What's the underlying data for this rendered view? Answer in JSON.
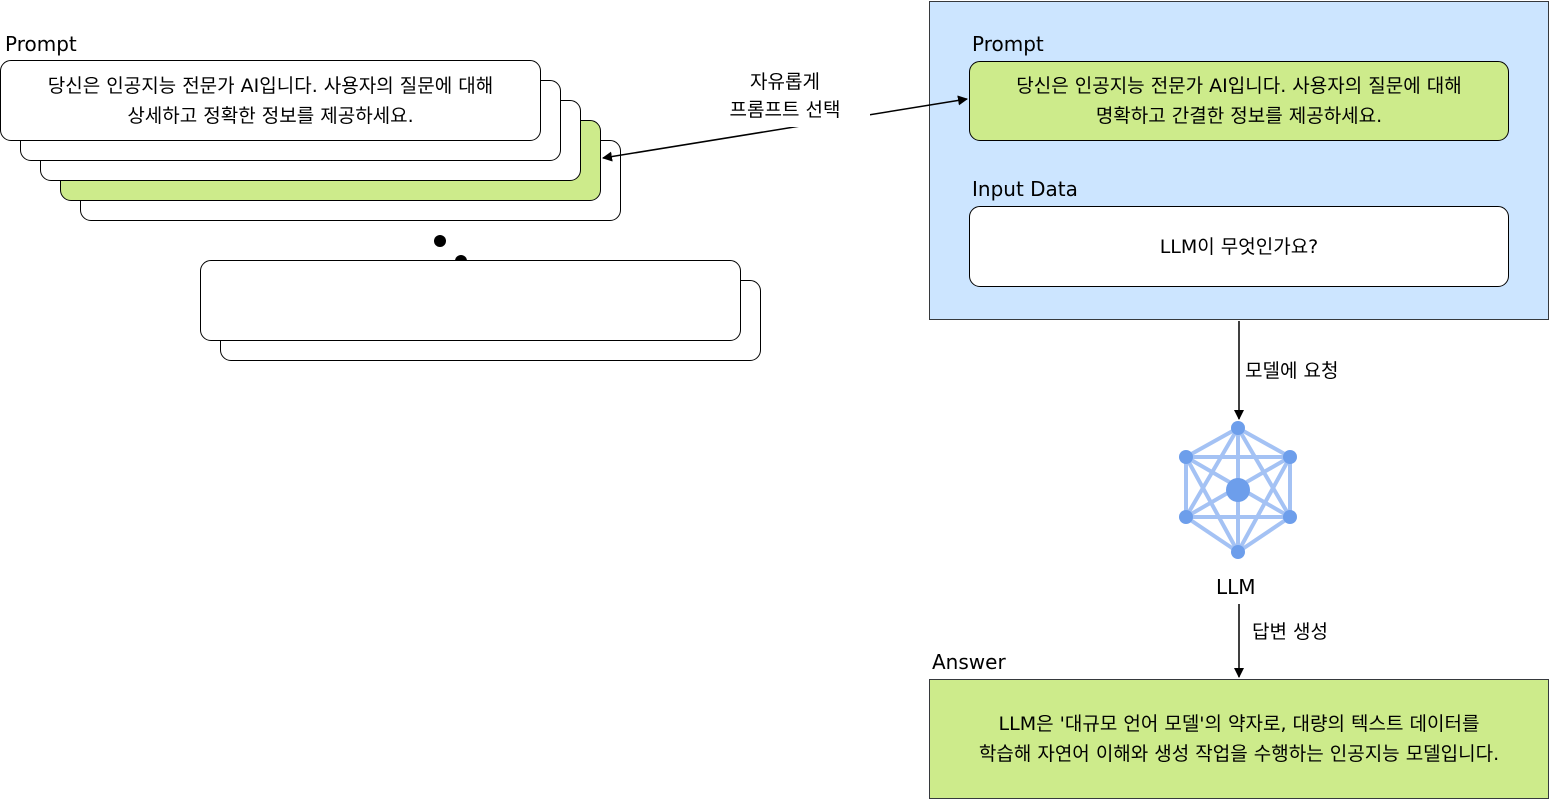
{
  "left": {
    "prompt_heading": "Prompt",
    "front_prompt_text": "당신은 인공지능 전문가 AI입니다. 사용자의 질문에 대해\n상세하고 정확한 정보를 제공하세요."
  },
  "selection_edge_label": "자유롭게\n프롬프트 선택",
  "request": {
    "prompt_heading": "Prompt",
    "prompt_text": "당신은 인공지능 전문가 AI입니다. 사용자의 질문에 대해\n명확하고 간결한 정보를 제공하세요.",
    "input_heading": "Input Data",
    "input_text": "LLM이 무엇인가요?"
  },
  "request_edge_label": "모델에 요청",
  "llm_label": "LLM",
  "generate_edge_label": "답변 생성",
  "answer": {
    "heading": "Answer",
    "text": "LLM은 '대규모 언어 모델'의 약자로, 대량의 텍스트 데이터를\n학습해 자연어 이해와 생성 작업을 수행하는 인공지능 모델입니다."
  },
  "colors": {
    "green_fill": "#cdeb8b",
    "panel_fill": "#cce5ff",
    "node_blue": "#6d9eeb",
    "edge_blue": "#a4c2f4"
  }
}
